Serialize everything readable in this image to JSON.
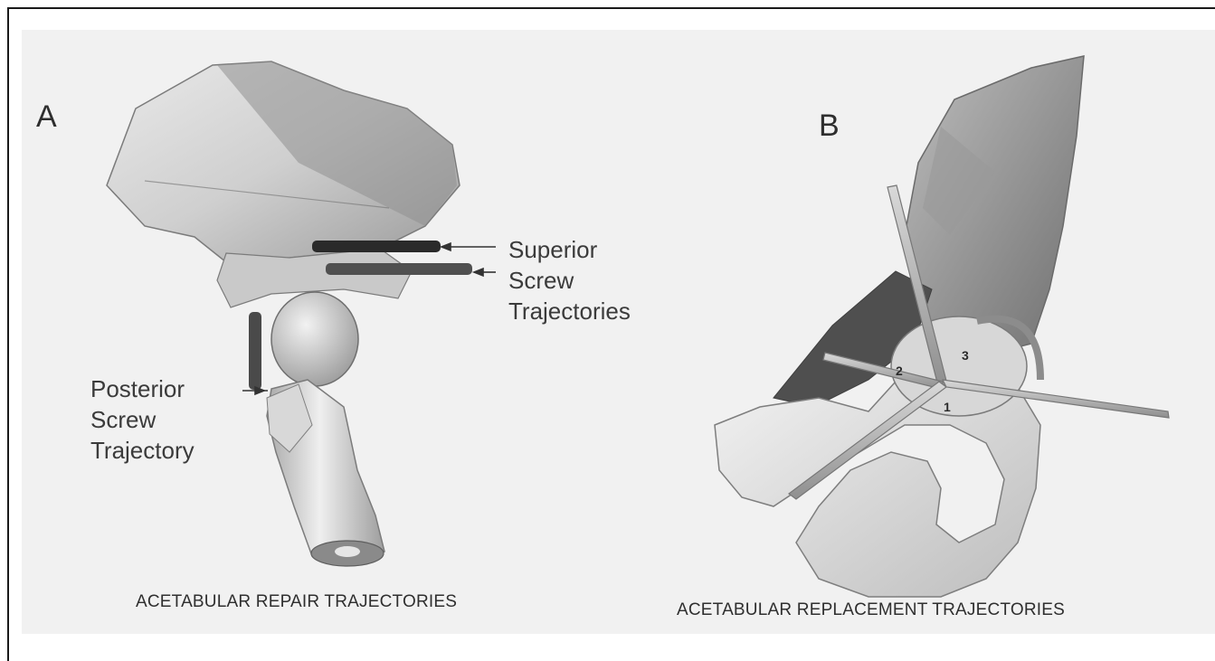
{
  "figure": {
    "panel_a": {
      "letter": "A",
      "callout_superior": [
        "Superior",
        "Screw",
        "Trajectories"
      ],
      "callout_posterior": [
        "Posterior",
        "Screw",
        "Trajectory"
      ],
      "caption": "ACETABULAR REPAIR TRAJECTORIES"
    },
    "panel_b": {
      "letter": "B",
      "axis_numbers": [
        "1",
        "2",
        "3"
      ],
      "caption": "ACETABULAR REPLACEMENT TRAJECTORIES"
    }
  }
}
